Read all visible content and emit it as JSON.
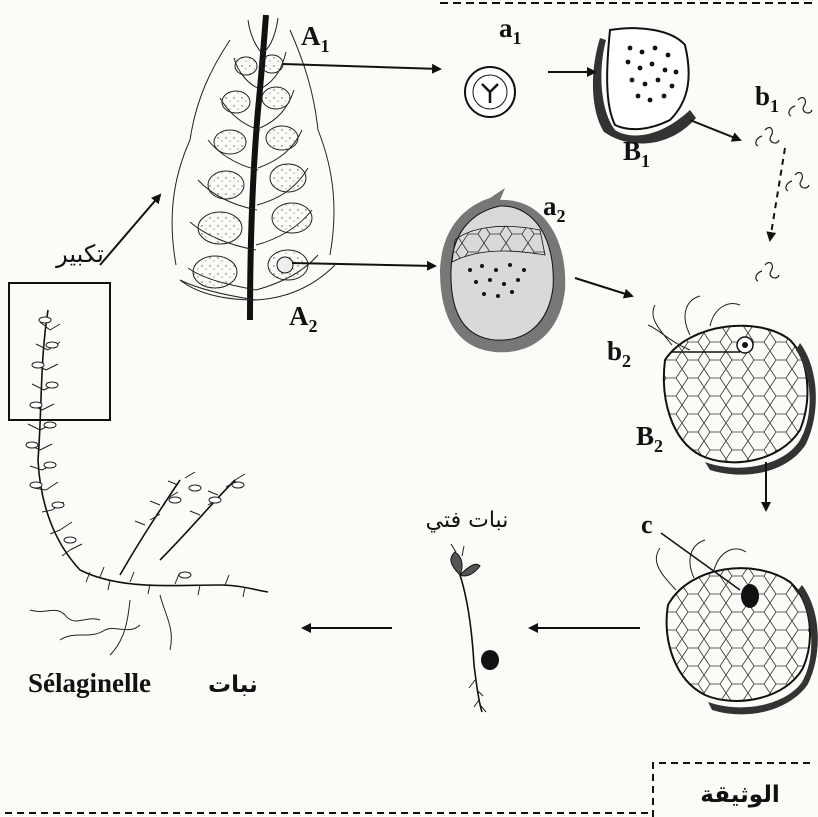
{
  "labels": {
    "A1": "A",
    "A1_sub": "1",
    "A2": "A",
    "A2_sub": "2",
    "a1": "a",
    "a1_sub": "1",
    "a2": "a",
    "a2_sub": "2",
    "B1": "B",
    "B1_sub": "1",
    "B2": "B",
    "B2_sub": "2",
    "b1": "b",
    "b1_sub": "1",
    "b2": "b",
    "b2_sub": "2",
    "c": "c"
  },
  "texts": {
    "magnification": "تكبير",
    "young_plant": "نبات فتي",
    "plant_name_ar": "نبات",
    "plant_name_fr": "Sélaginelle",
    "document": "الوثيقة"
  }
}
